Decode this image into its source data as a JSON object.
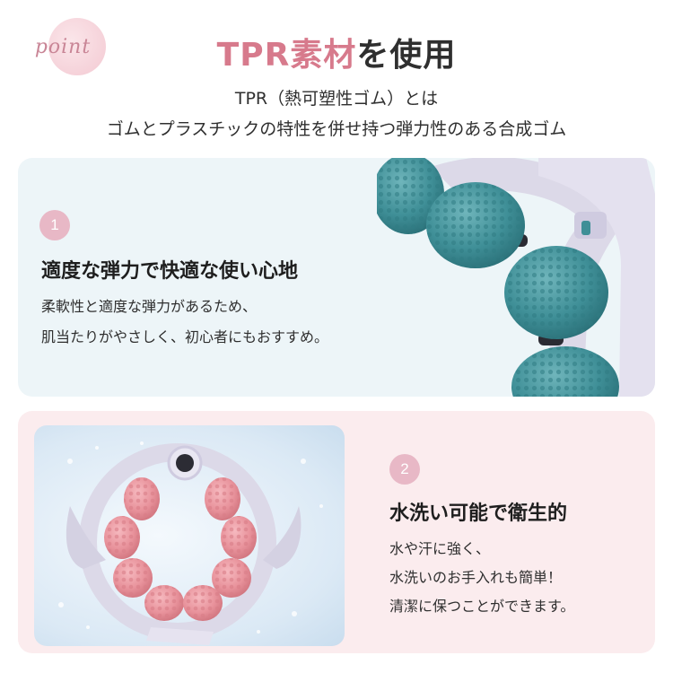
{
  "header": {
    "badge_text": "point",
    "title_accent": "TPR素材",
    "title_rest": "を使用",
    "subtitle_line1": "TPR（熱可塑性ゴム）とは",
    "subtitle_line2": "ゴムとプラスチックの特性を併せ持つ弾力性のある合成ゴム"
  },
  "features": [
    {
      "number": "1",
      "heading": "適度な弾力で快適な使い心地",
      "lines": [
        "柔軟性と適度な弾力があるため、",
        "肌当たりがやさしく、初心者にもおすすめ。"
      ]
    },
    {
      "number": "2",
      "heading": "水洗い可能で衛生的",
      "lines": [
        "水や汗に強く、",
        "水洗いのお手入れも簡単！",
        "清潔に保つことができます。"
      ]
    }
  ],
  "colors": {
    "accent_pink": "#d77a8c",
    "badge_pink": "#e8b8c6",
    "panel_blue": "#edf5f8",
    "panel_pink": "#fbecee",
    "roller_teal": "#3f8f97",
    "roller_pink": "#e8929b",
    "frame_lavender": "#d9d6e6"
  }
}
